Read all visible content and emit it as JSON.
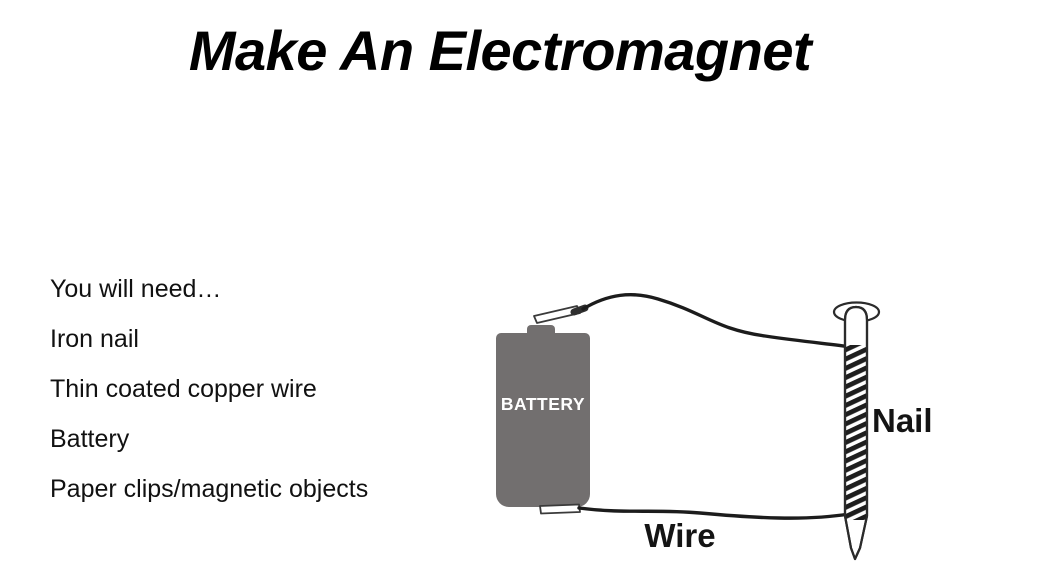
{
  "slide": {
    "title": "Make An Electromagnet",
    "materials": [
      "You will need…",
      "Iron nail",
      "Thin coated copper wire",
      "Battery",
      "Paper clips/magnetic objects"
    ],
    "diagram": {
      "battery_label": "BATTERY",
      "wire_label": "Wire",
      "nail_label": "Nail"
    },
    "colors": {
      "background": "#ffffff",
      "title_text": "#000000",
      "body_text": "#111111",
      "battery_gray": "#726f6f",
      "battery_label_text": "#ffffff",
      "diagram_line": "#212121"
    }
  }
}
